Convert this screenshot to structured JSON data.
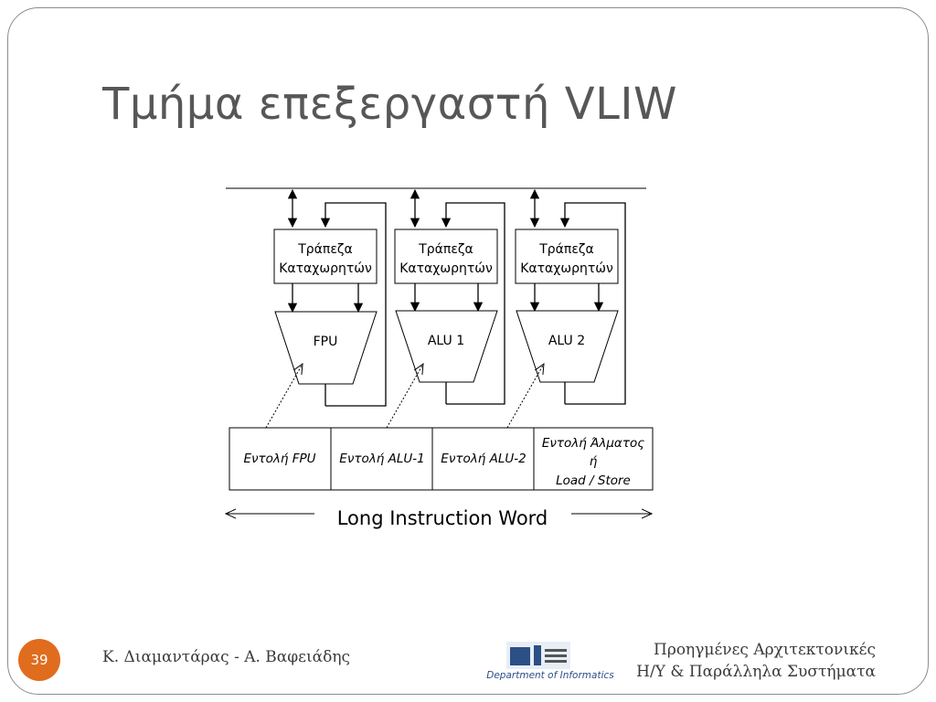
{
  "slide": {
    "title": "Τμήμα επεξεργαστή VLIW",
    "page_number": "39",
    "authors": "Κ. Διαμαντάρας - Α. Βαφειάδης",
    "course_line1": "Προηγμένες Αρχιτεκτονικές",
    "course_line2": "Η/Υ & Παράλληλα Συστήματα"
  },
  "diagram": {
    "register_files": [
      {
        "line1": "Τράπεζα",
        "line2": "Καταχωρητών"
      },
      {
        "line1": "Τράπεζα",
        "line2": "Καταχωρητών"
      },
      {
        "line1": "Τράπεζα",
        "line2": "Καταχωρητών"
      }
    ],
    "units": [
      "FPU",
      "ALU 1",
      "ALU 2"
    ],
    "instruction_fields": [
      {
        "lines": [
          "Εντολή FPU"
        ]
      },
      {
        "lines": [
          "Εντολή ALU-1"
        ]
      },
      {
        "lines": [
          "Εντολή ALU-2"
        ]
      },
      {
        "lines": [
          "Εντολή Άλματος",
          "ή",
          "Load / Store"
        ]
      }
    ],
    "word_label": "Long Instruction Word"
  },
  "logo": {
    "caption": "Department of Informatics"
  }
}
